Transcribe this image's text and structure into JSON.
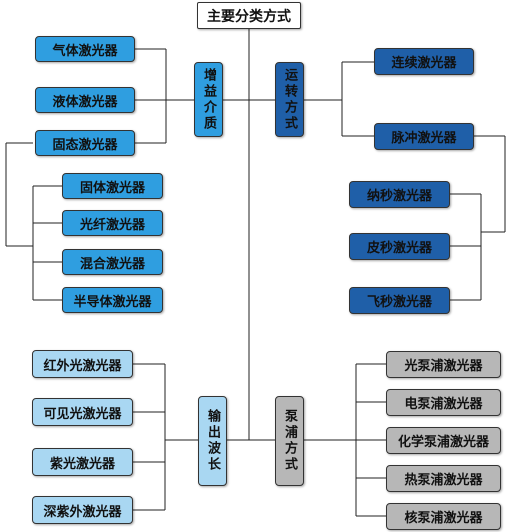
{
  "root": "主要分类方式",
  "gain": {
    "label": "增益介质",
    "items": [
      "气体激光器",
      "液体激光器",
      "固态激光器"
    ],
    "solid_items": [
      "固体激光器",
      "光纤激光器",
      "混合激光器",
      "半导体激光器"
    ]
  },
  "operation": {
    "label": "运转方式",
    "items": [
      "连续激光器",
      "脉冲激光器"
    ],
    "pulse_items": [
      "纳秒激光器",
      "皮秒激光器",
      "飞秒激光器"
    ]
  },
  "wavelength": {
    "label": "输出波长",
    "items": [
      "红外光激光器",
      "可见光激光器",
      "紫光激光器",
      "深紫外激光器"
    ]
  },
  "pump": {
    "label": "泵浦方式",
    "items": [
      "光泵浦激光器",
      "电泵浦激光器",
      "化学泵浦激光器",
      "热泵浦激光器",
      "核泵浦激光器"
    ]
  },
  "colors": {
    "gain": "#2f9ee0",
    "operation": "#1f5fa8",
    "wavelength": "#a9d7f2",
    "pump": "#b7b7b7"
  }
}
